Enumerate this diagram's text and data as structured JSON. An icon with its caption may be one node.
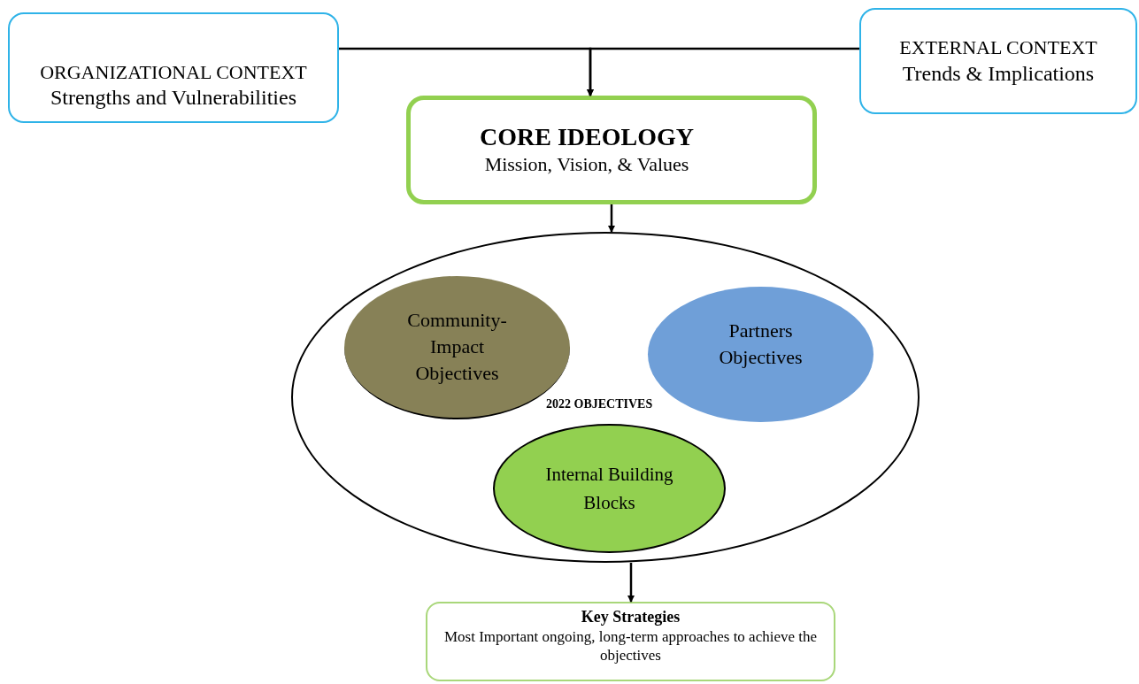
{
  "diagram": {
    "nodes": [
      {
        "text": [
          "ORGANIZATIONAL CONTEXT",
          "Strengths and Vulnerabilities"
        ]
      },
      {
        "text": [
          "EXTERNAL CONTEXT",
          "Trends & Implications"
        ]
      },
      {
        "text": [
          "CORE IDEOLOGY",
          "Mission, Vision, & Values"
        ]
      },
      {
        "text": [
          "2022 OBJECTIVES"
        ]
      },
      {
        "text": [
          "Community-Impact Objectives"
        ],
        "in": 3
      },
      {
        "text": [
          "Partners Objectives"
        ],
        "in": 3
      },
      {
        "text": [
          "Internal Building Blocks"
        ],
        "in": 3
      },
      {
        "text": [
          "Key Strategies",
          "Most Important ongoing, long-term approaches to achieve the objectives"
        ]
      }
    ],
    "edges": [
      {
        "from": 0,
        "to": 2,
        "arrow": "to"
      },
      {
        "from": 1,
        "to": 2,
        "arrow": "to"
      },
      {
        "from": 2,
        "to": 3,
        "arrow": "to"
      },
      {
        "from": 3,
        "to": 7,
        "arrow": "to"
      }
    ]
  }
}
